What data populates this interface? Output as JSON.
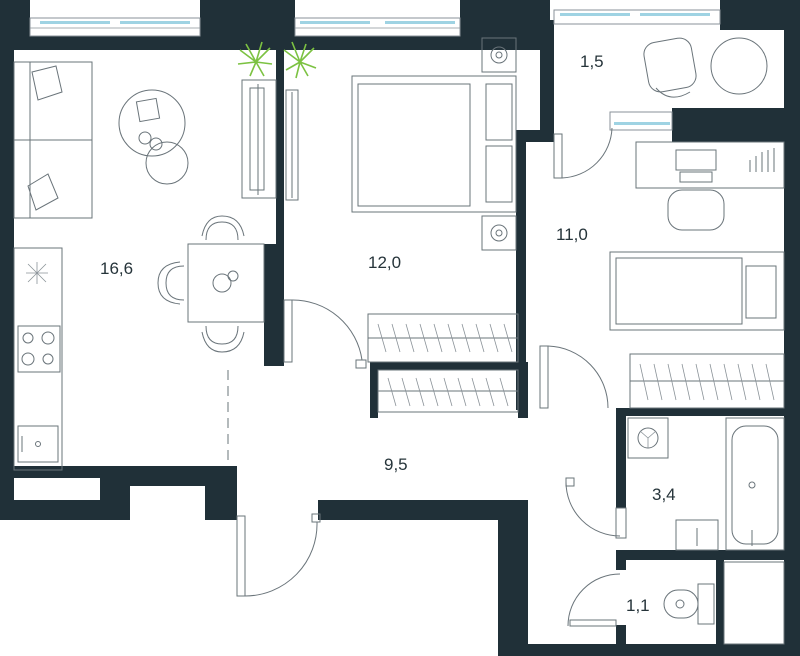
{
  "plan": {
    "accent": "#7cc242",
    "wall_color": "#203038",
    "window_glass": "#9fd3e3",
    "rooms": [
      {
        "id": "kitchen-living",
        "area": "16,6"
      },
      {
        "id": "bedroom",
        "area": "12,0"
      },
      {
        "id": "balcony",
        "area": "1,5"
      },
      {
        "id": "bedroom-2",
        "area": "11,0"
      },
      {
        "id": "hallway",
        "area": "9,5"
      },
      {
        "id": "bathroom",
        "area": "3,4"
      },
      {
        "id": "toilet",
        "area": "1,1"
      }
    ],
    "icons": [
      "sofa-icon",
      "coffee-table-icon",
      "tv-stand-icon",
      "plant-icon",
      "dining-table-icon",
      "stove-icon",
      "sink-icon",
      "double-bed-icon",
      "nightstand-icon",
      "wardrobe-icon",
      "desk-icon",
      "single-bed-icon",
      "bathtub-icon",
      "toilet-icon",
      "washing-machine-icon",
      "balcony-chair-icon",
      "balcony-table-icon",
      "door-icon",
      "window-icon"
    ]
  }
}
